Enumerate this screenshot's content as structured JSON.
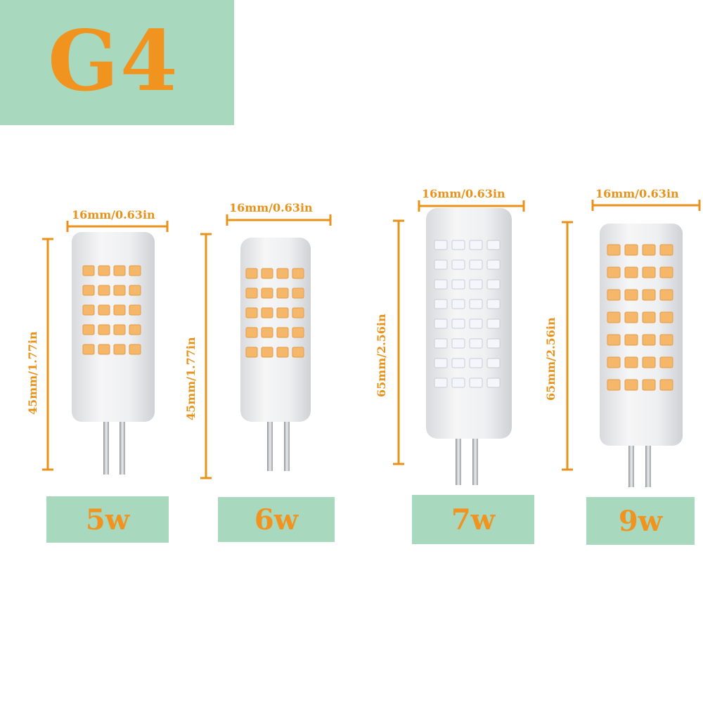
{
  "title": "G4",
  "colors": {
    "accent": "#f0931f",
    "panel": "#a8d8bd",
    "warm_led": "#f5b86a",
    "cool_led": "#f4f6fb"
  },
  "bulbs": [
    {
      "wattage": "5w",
      "width_label": "16mm/0.63in",
      "height_label": "45mm/1.77in",
      "led_color": "warm"
    },
    {
      "wattage": "6w",
      "width_label": "16mm/0.63in",
      "height_label": "45mm/1.77in",
      "led_color": "warm"
    },
    {
      "wattage": "7w",
      "width_label": "16mm/0.63in",
      "height_label": "65mm/2.56in",
      "led_color": "cool"
    },
    {
      "wattage": "9w",
      "width_label": "16mm/0.63in",
      "height_label": "65mm/2.56in",
      "led_color": "warm"
    }
  ]
}
